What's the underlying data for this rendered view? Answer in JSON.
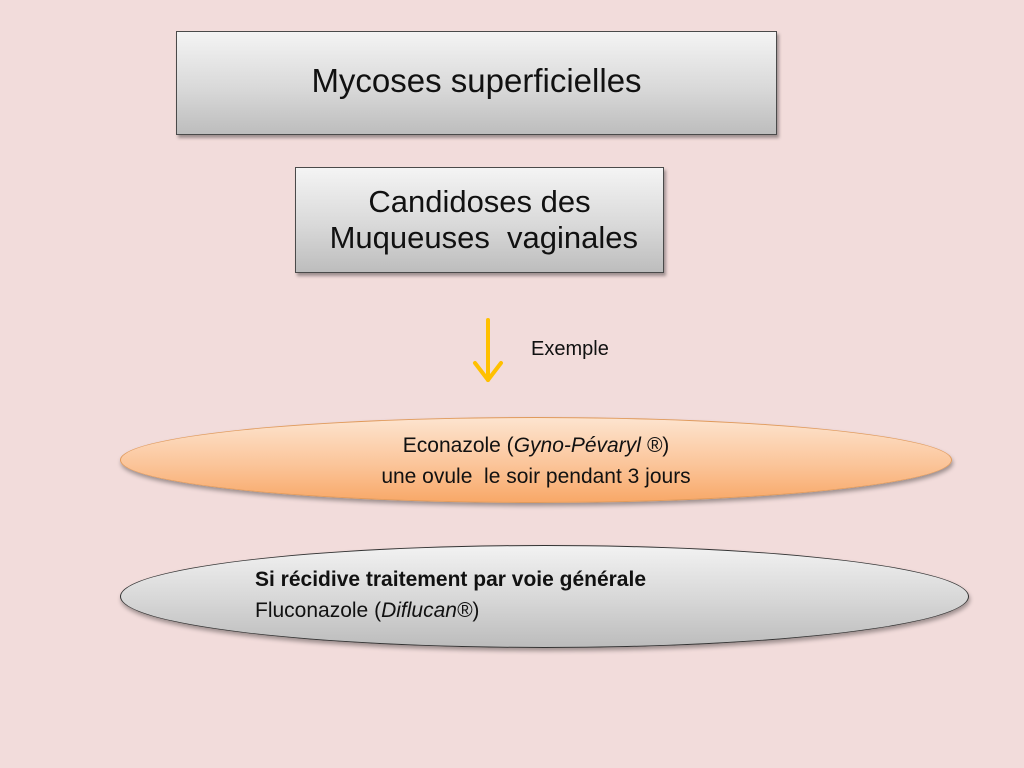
{
  "title": "Mycoses superficielles",
  "subtitle": {
    "line1": "Candidoses des",
    "line2": " Muqueuses  vaginales"
  },
  "arrow": {
    "icon": "down-arrow-icon",
    "color": "#ffc000",
    "label": "Exemple"
  },
  "treatment": {
    "drug_prefix": "Econazole (",
    "brand": "Gyno-Pévaryl ®",
    "drug_suffix": ")",
    "dosage": "une ovule  le soir pendant 3 jours"
  },
  "recurrence": {
    "heading": "Si récidive traitement par voie générale",
    "drug_prefix": "Fluconazole (",
    "brand": "Diflucan®",
    "drug_suffix": ")"
  }
}
